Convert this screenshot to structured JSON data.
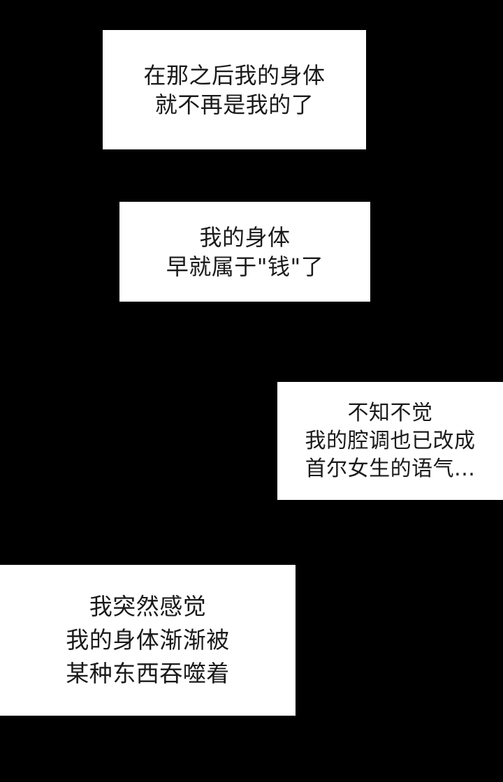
{
  "panel": {
    "background_color": "#000000",
    "caption_box_color": "#ffffff",
    "text_color": "#1a1a1a"
  },
  "captions": [
    {
      "lines": [
        "在那之后我的身体",
        "就不再是我的了"
      ]
    },
    {
      "lines": [
        "我的身体",
        "早就属于\"钱\"了"
      ]
    },
    {
      "lines": [
        "不知不觉",
        "我的腔调也已改成",
        "首尔女生的语气..."
      ]
    },
    {
      "lines": [
        "我突然感觉",
        "我的身体渐渐被",
        "某种东西吞噬着"
      ]
    }
  ]
}
